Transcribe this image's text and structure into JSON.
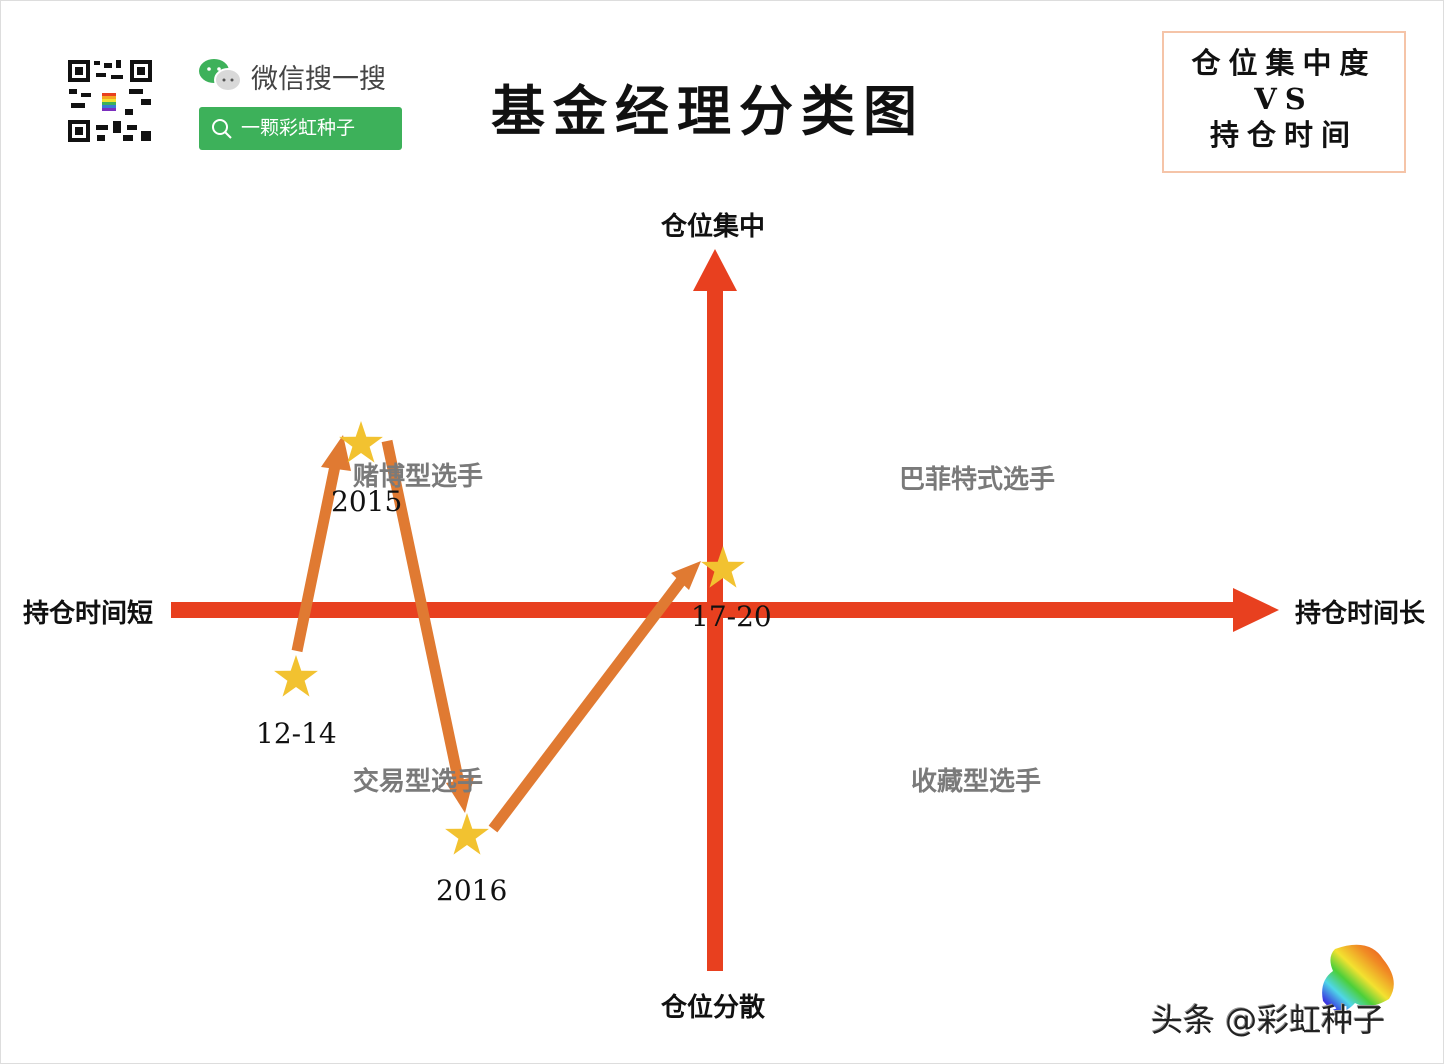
{
  "header": {
    "title": "基金经理分类图",
    "wechat_label": "微信搜一搜",
    "search_text": "一颗彩虹种子",
    "legend_lines": [
      "仓位集中度",
      "VS",
      "持仓时间"
    ]
  },
  "axes": {
    "top": "仓位集中",
    "bottom": "仓位分散",
    "left": "持仓时间短",
    "right": "持仓时间长"
  },
  "quadrants": {
    "top_left": "赌博型选手",
    "top_right": "巴菲特式选手",
    "bottom_left": "交易型选手",
    "bottom_right": "收藏型选手"
  },
  "points": [
    {
      "label": "12-14"
    },
    {
      "label": "2015"
    },
    {
      "label": "2016"
    },
    {
      "label": "17-20"
    }
  ],
  "watermark": "头条 @彩虹种子",
  "colors": {
    "axis": "#e8401f",
    "path": "#e07a32",
    "star": "#f2c230",
    "search": "#3db15a"
  }
}
